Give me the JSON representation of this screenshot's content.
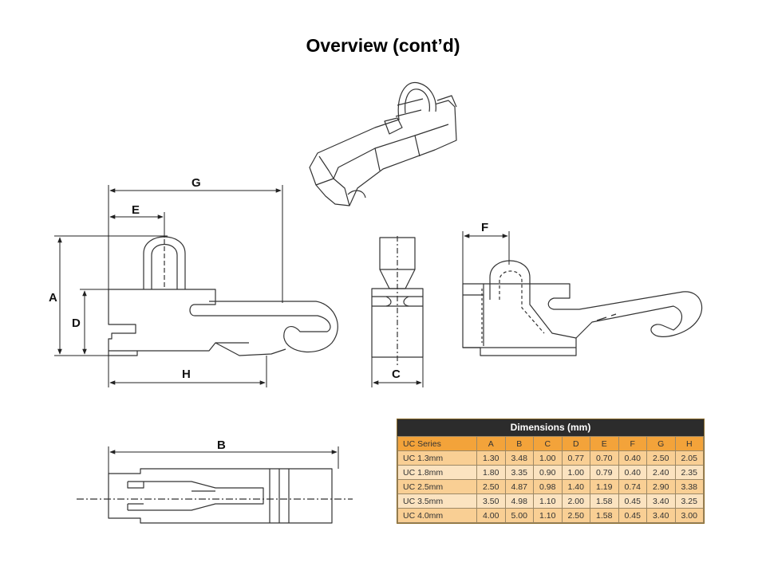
{
  "slide": {
    "title": "Overview (cont’d)"
  },
  "dimension_labels": {
    "a": "A",
    "b": "B",
    "c": "C",
    "d": "D",
    "e": "E",
    "f": "F",
    "g": "G",
    "h": "H"
  },
  "table": {
    "title": "Dimensions (mm)",
    "columns": [
      "UC Series",
      "A",
      "B",
      "C",
      "D",
      "E",
      "F",
      "G",
      "H"
    ],
    "rows": [
      [
        "UC 1.3mm",
        "1.30",
        "3.48",
        "1.00",
        "0.77",
        "0.70",
        "0.40",
        "2.50",
        "2.05"
      ],
      [
        "UC 1.8mm",
        "1.80",
        "3.35",
        "0.90",
        "1.00",
        "0.79",
        "0.40",
        "2.40",
        "2.35"
      ],
      [
        "UC 2.5mm",
        "2.50",
        "4.87",
        "0.98",
        "1.40",
        "1.19",
        "0.74",
        "2.90",
        "3.38"
      ],
      [
        "UC 3.5mm",
        "3.50",
        "4.98",
        "1.10",
        "2.00",
        "1.58",
        "0.45",
        "3.40",
        "3.25"
      ],
      [
        "UC 4.0mm",
        "4.00",
        "5.00",
        "1.10",
        "2.50",
        "1.58",
        "0.45",
        "3.40",
        "3.00"
      ]
    ]
  },
  "colors": {
    "header": "#f3a33a",
    "row_dark": "#f9cf94",
    "row_light": "#fbe3c0",
    "title_bar": "#2c2c2c"
  }
}
